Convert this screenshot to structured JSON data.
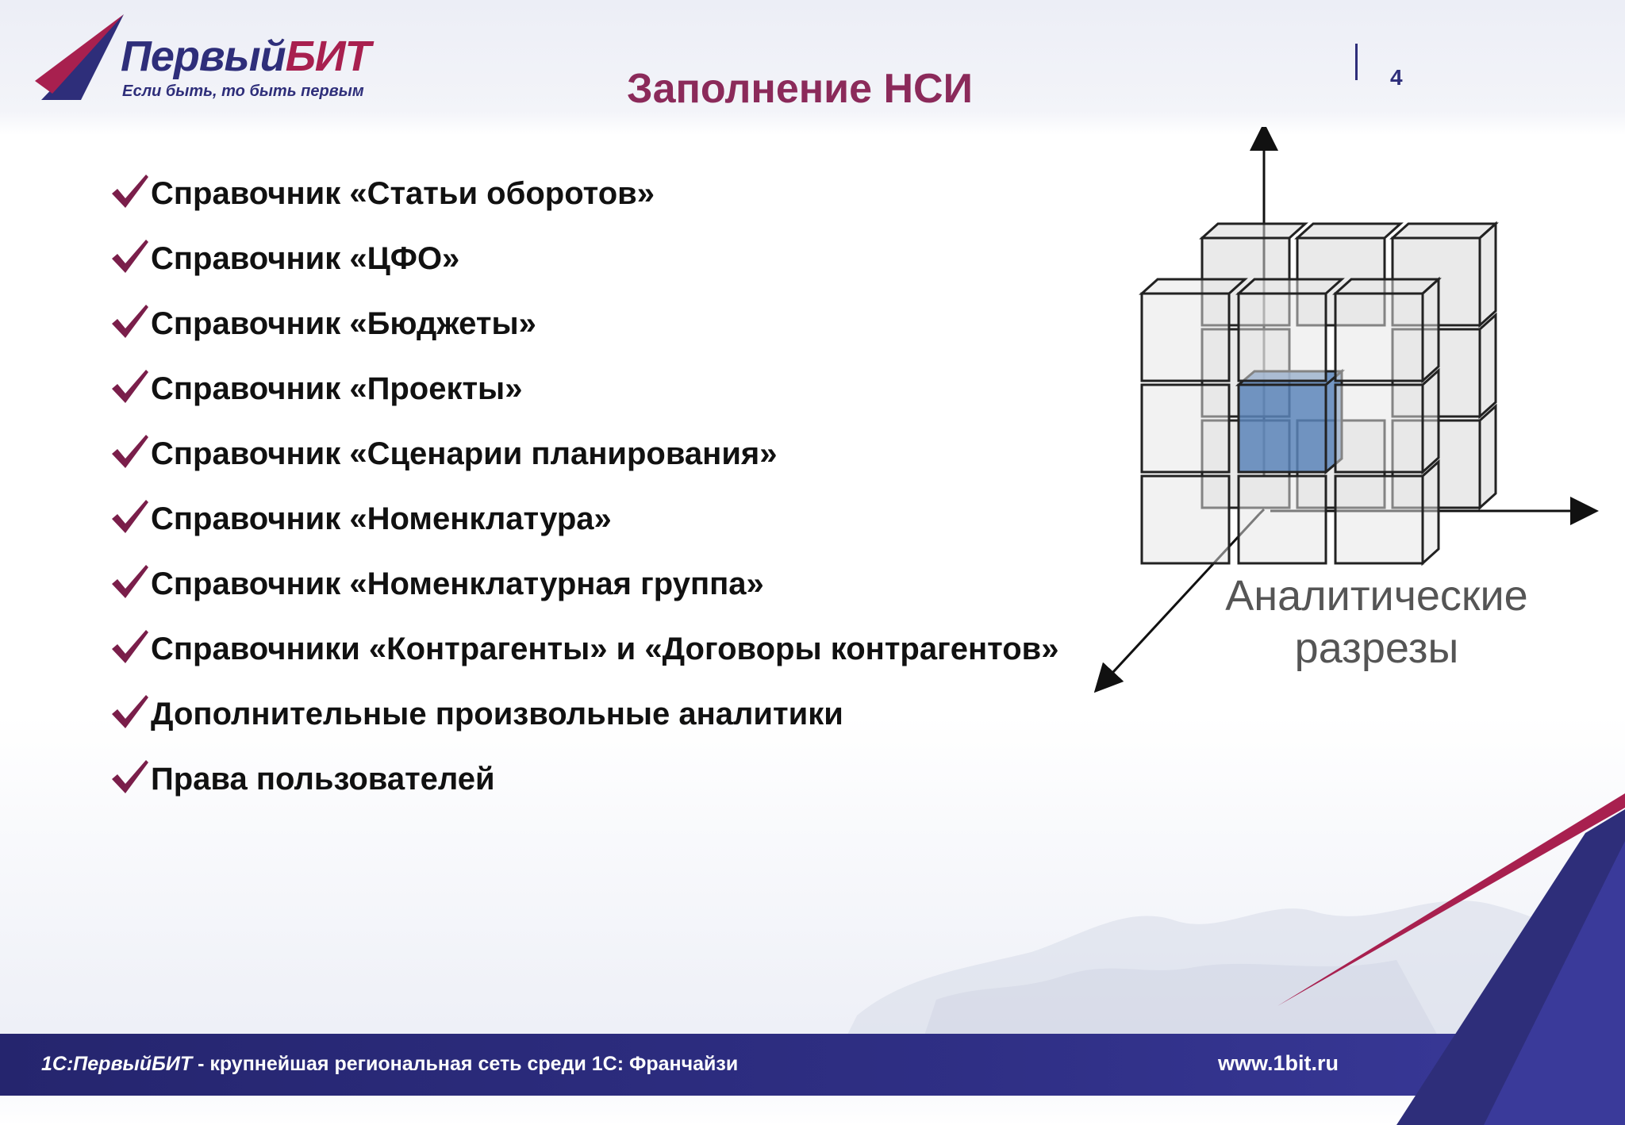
{
  "header": {
    "logo": {
      "name_part1": "Первый",
      "name_part2": "БИТ",
      "tagline": "Если быть, то быть первым"
    },
    "title": "Заполнение НСИ",
    "page_number": "4"
  },
  "bullets": [
    "Справочник «Статьи оборотов»",
    "Справочник «ЦФО»",
    "Справочник «Бюджеты»",
    "Справочник «Проекты»",
    "Справочник «Сценарии планирования»",
    "Справочник «Номенклатура»",
    "Справочник «Номенклатурная группа»",
    "Справочники «Контрагенты» и «Договоры контрагентов»",
    "Дополнительные произвольные аналитики",
    "Права пользователей"
  ],
  "diagram": {
    "label_line1": "Аналитические",
    "label_line2": "разрезы",
    "highlight_color": "#5b84b8"
  },
  "footer": {
    "brand": "1С:ПервыйБИТ",
    "slogan": " - крупнейшая региональная сеть среди 1С: Франчайзи",
    "website": "www.1bit.ru"
  },
  "colors": {
    "navy": "#2e2e7a",
    "accent": "#8b2a5a",
    "check": "#7a1e4a"
  }
}
